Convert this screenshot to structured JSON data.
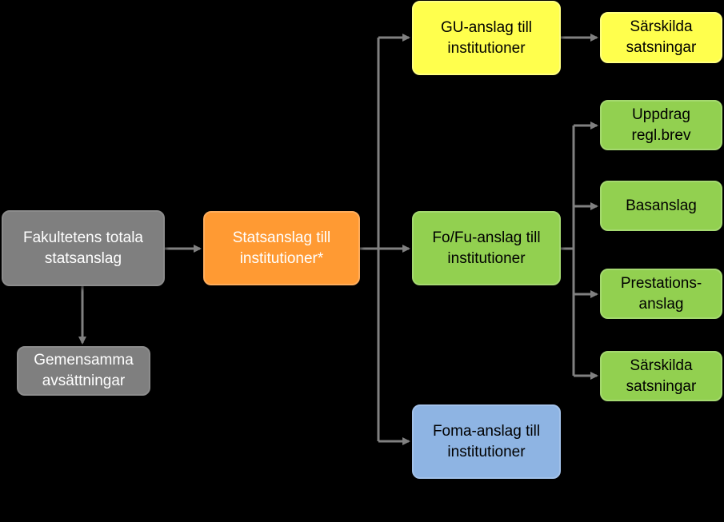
{
  "colors": {
    "background": "#000000",
    "connector": "#808080",
    "grey_box": "#7f7f7f",
    "orange_box": "#ff9a33",
    "yellow_box": "#ffff4d",
    "green_box": "#92d050",
    "blue_box": "#8eb4e3"
  },
  "nodes": {
    "fakultetens_totala": "Fakultetens totala\nstatsanslag",
    "gemensamma": "Gemensamma\navsättningar",
    "statsanslag": "Statsanslag till\ninstitutioner*",
    "gu_anslag": "GU-anslag till\ninstitutioner",
    "fofu_anslag": "Fo/Fu-anslag till\ninstitutioner",
    "foma_anslag": "Foma-anslag till\ninstitutioner",
    "sarskilda_1": "Särskilda\nsatsningar",
    "uppdrag": "Uppdrag\nregl.brev",
    "basanslag": "Basanslag",
    "prestationsanslag": "Prestations-\nanslag",
    "sarskilda_2": "Särskilda\nsatsningar"
  }
}
